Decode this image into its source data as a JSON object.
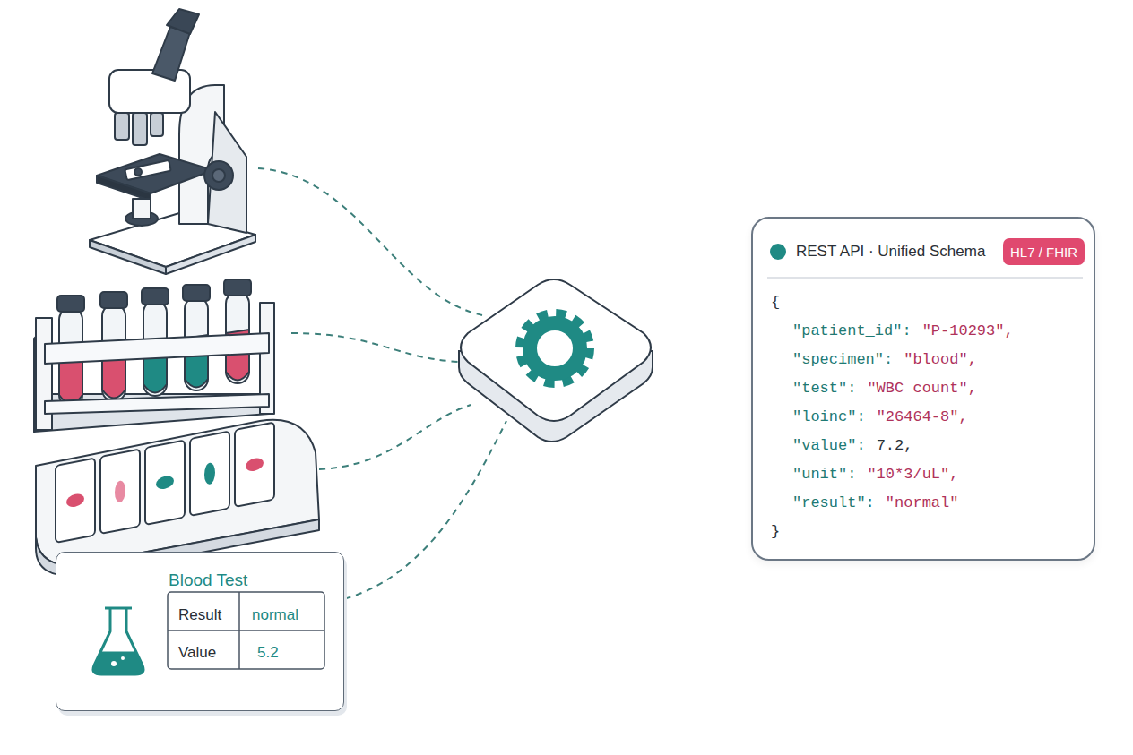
{
  "diagram": {
    "nodes": [
      {
        "text": [
          "Blood Test",
          "Result",
          "normal",
          "Value",
          "5.2"
        ]
      },
      {
        "text": [
          "REST API · Unified Schema",
          "{",
          "\"patient_id\":",
          "\"P-10293\",",
          "\"specimen\":",
          "\"blood\",",
          "\"test\":",
          "\"WBC count\",",
          "\"loinc\":",
          "\"26464-8\",",
          "\"value\":",
          "7.2,",
          "\"unit\":",
          "\"10*3/uL\",",
          "\"result\":",
          "\"normal\"",
          "}"
        ]
      },
      {
        "text": [
          "HL7 / FHIR"
        ],
        "in": 1
      }
    ]
  }
}
